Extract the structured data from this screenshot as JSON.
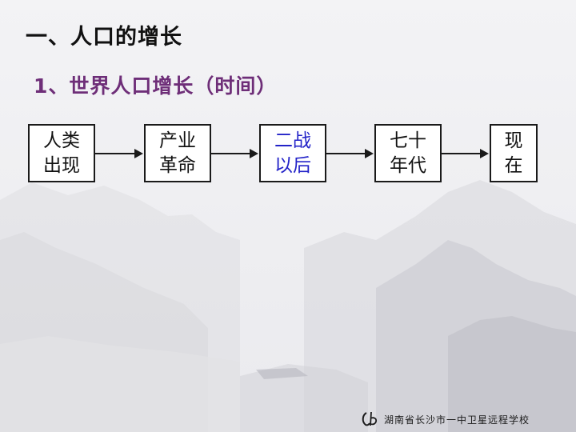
{
  "slide": {
    "heading": "一、人口的增长",
    "subheading": "1、世界人口增长（时间）"
  },
  "timeline": [
    {
      "text": "人类出现",
      "highlight": false
    },
    {
      "text": "产业革命",
      "highlight": false
    },
    {
      "text": "二战以后",
      "highlight": true
    },
    {
      "text": "七十年代",
      "highlight": false
    },
    {
      "text": "现在",
      "highlight": false
    }
  ],
  "colors": {
    "subheading": "#6e2e78",
    "highlight_text": "#2323c8",
    "box_border": "#1a1a1a"
  },
  "footer": {
    "text": "湖南省长沙市一中卫星远程学校",
    "logo_icon": "calligraphy-logo-icon"
  }
}
